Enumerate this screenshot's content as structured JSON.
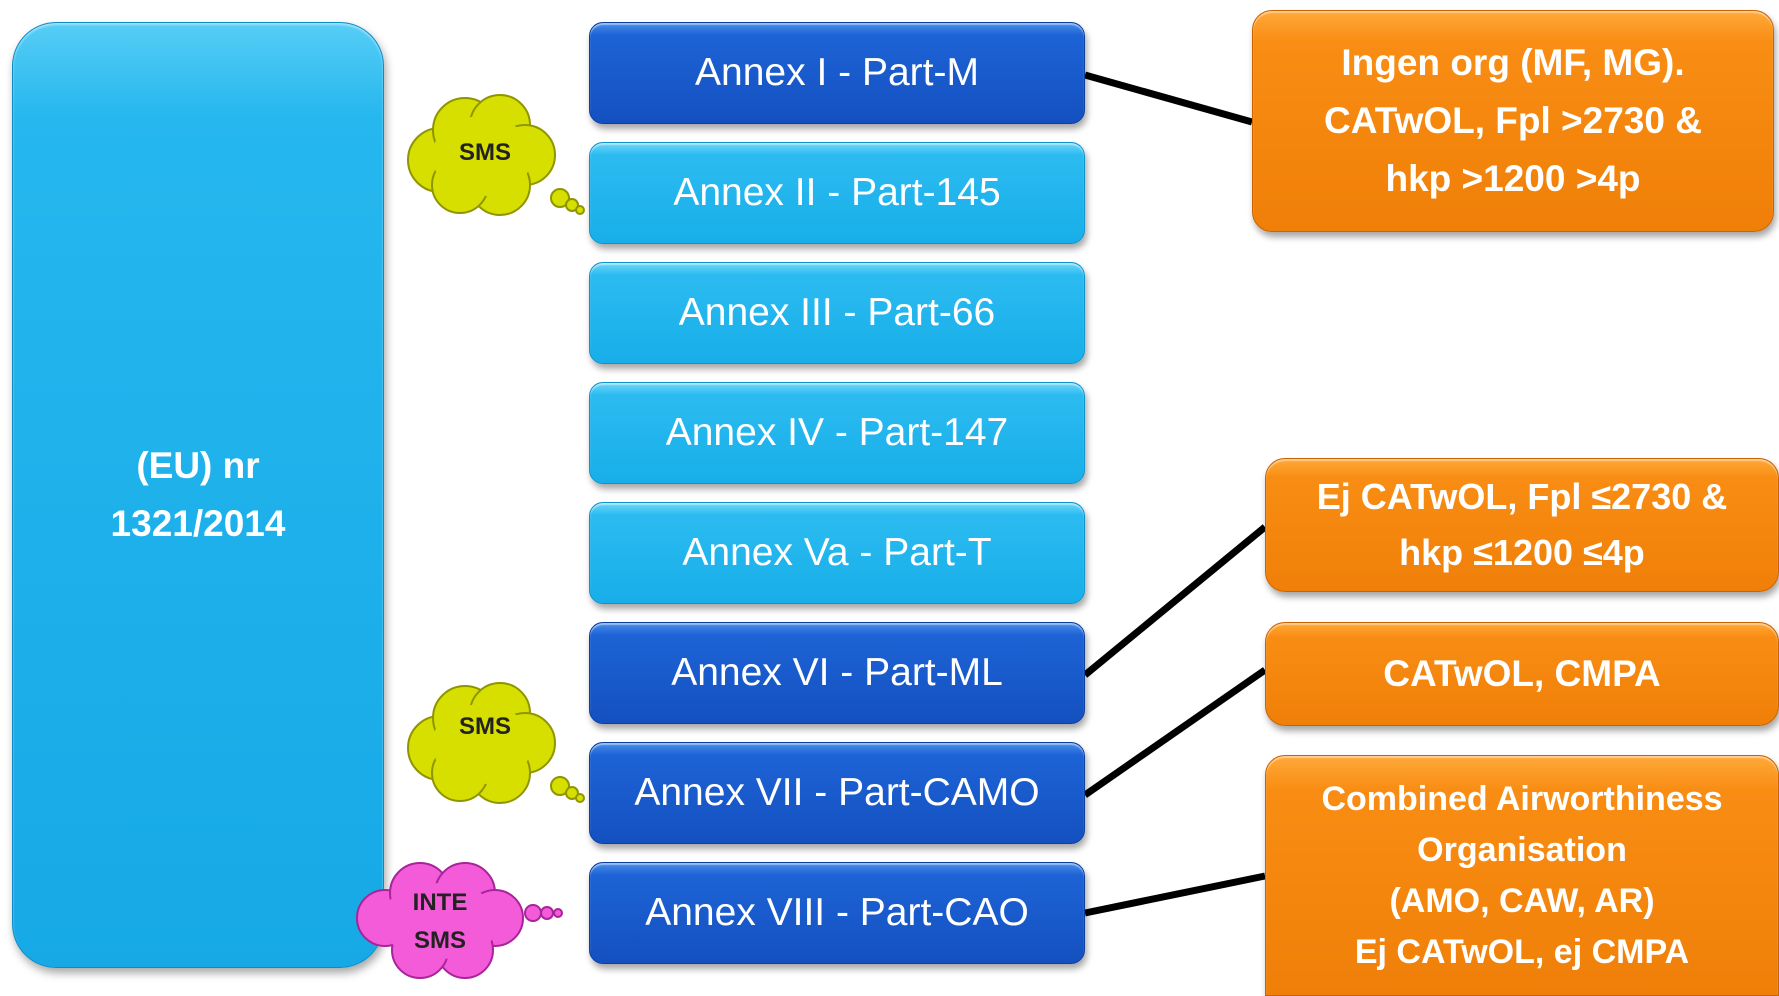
{
  "regulation": {
    "label": "(EU) nr\n1321/2014"
  },
  "annexes": [
    {
      "label": "Annex I - Part-M",
      "style": "dark"
    },
    {
      "label": "Annex II - Part-145",
      "style": "light"
    },
    {
      "label": "Annex III - Part-66",
      "style": "light"
    },
    {
      "label": "Annex IV - Part-147",
      "style": "light"
    },
    {
      "label": "Annex Va - Part-T",
      "style": "light"
    },
    {
      "label": "Annex VI - Part-ML",
      "style": "dark"
    },
    {
      "label": "Annex VII - Part-CAMO",
      "style": "dark"
    },
    {
      "label": "Annex VIII - Part-CAO",
      "style": "dark"
    }
  ],
  "notes": [
    {
      "text": "Ingen org (MF, MG).\nCATwOL, Fpl >2730 &\nhkp >1200 >4p"
    },
    {
      "text": "Ej CATwOL, Fpl ≤2730 &\nhkp ≤1200 ≤4p"
    },
    {
      "text": "CATwOL, CMPA"
    },
    {
      "text": "Combined Airworthiness\nOrganisation\n(AMO, CAW, AR)\nEj CATwOL, ej CMPA"
    }
  ],
  "clouds": [
    {
      "label": "SMS",
      "color": "#d6df00"
    },
    {
      "label": "SMS",
      "color": "#d6df00"
    },
    {
      "label": "INTE\nSMS",
      "color": "#f45bd8"
    }
  ],
  "colors": {
    "regulation": "#16a9e6",
    "annex_dark": "#1450c0",
    "annex_light": "#18aee9",
    "note": "#f5870e",
    "connector": "#000000"
  }
}
